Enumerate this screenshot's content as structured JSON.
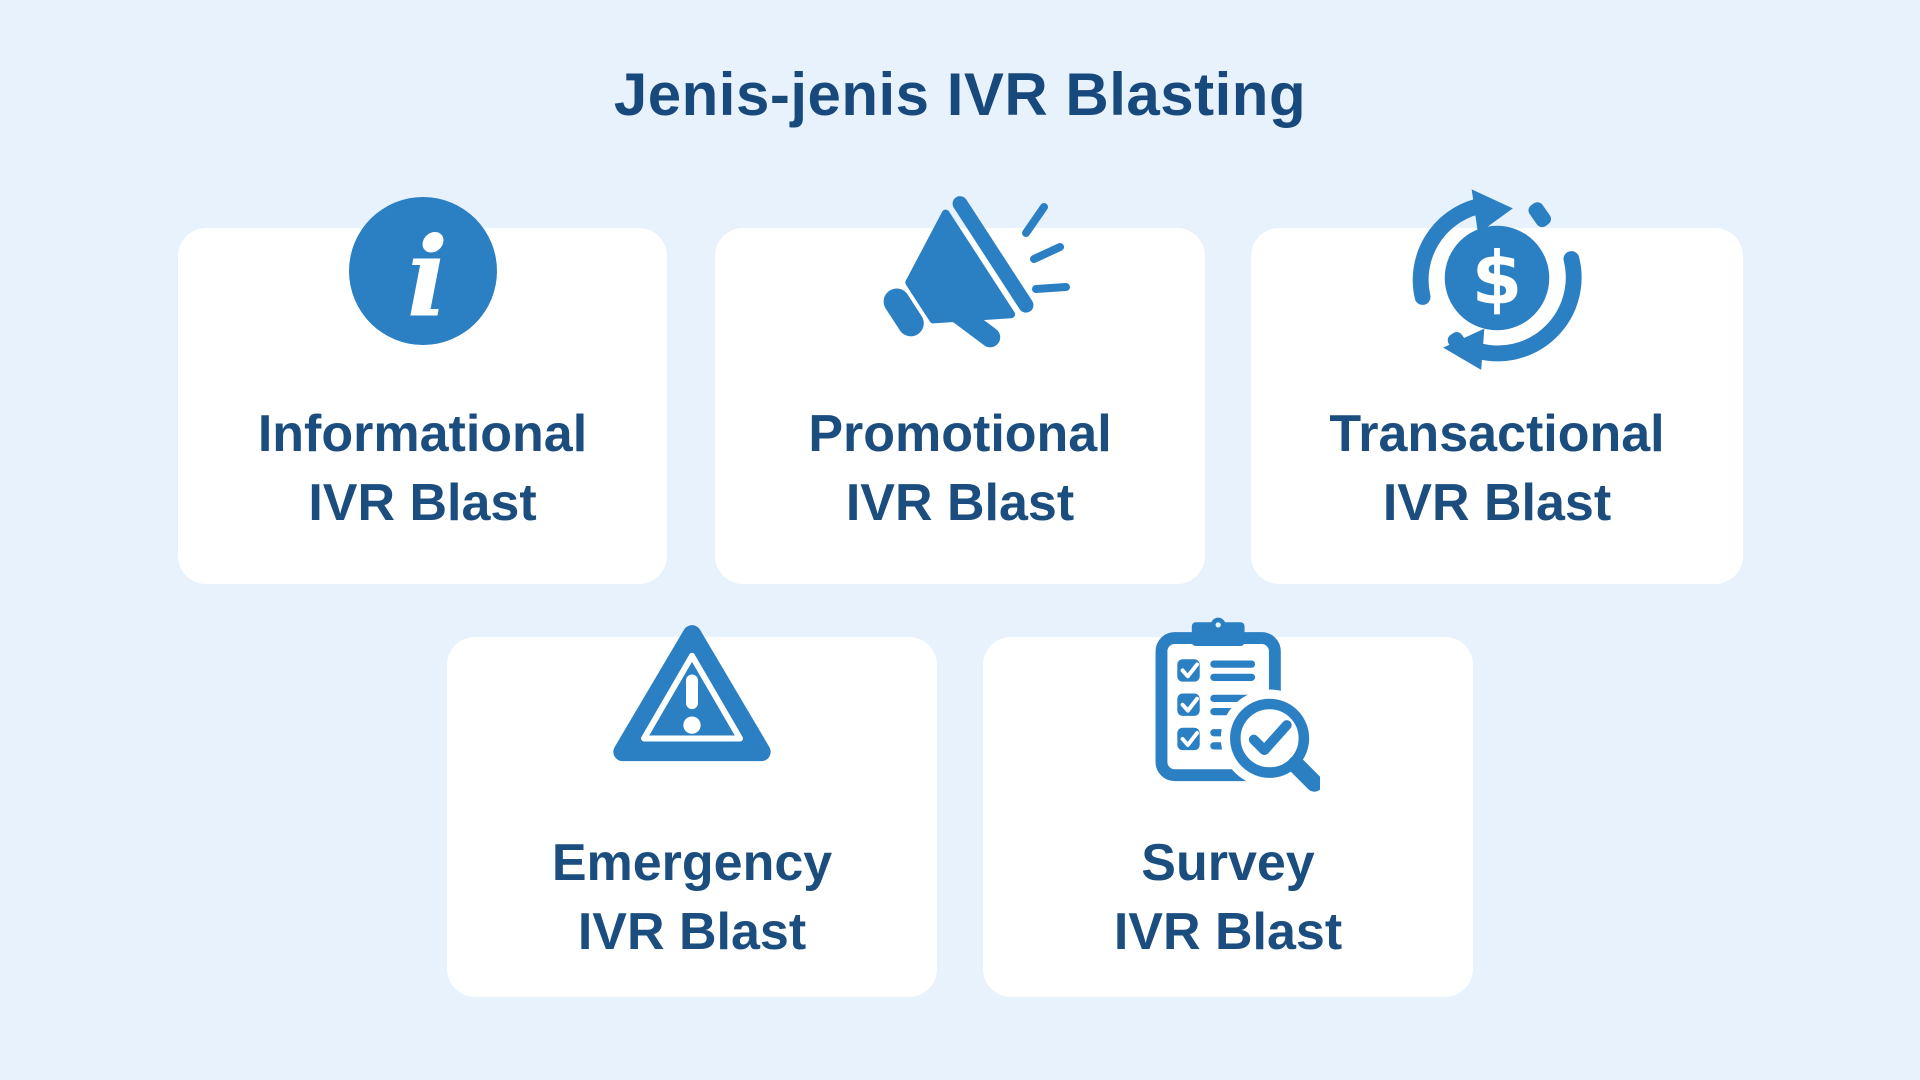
{
  "page": {
    "title": "Jenis-jenis IVR Blasting"
  },
  "colors": {
    "background": "#e7f2fd",
    "card_background": "#ffffff",
    "accent_blue": "#2b7fc3",
    "title_navy": "#17497c",
    "label_navy": "#1b4e7f"
  },
  "cards": [
    {
      "id": "informational",
      "icon": "info-icon",
      "line1": "Informational",
      "line2": "IVR Blast"
    },
    {
      "id": "promotional",
      "icon": "megaphone-icon",
      "line1": "Promotional",
      "line2": "IVR Blast"
    },
    {
      "id": "transactional",
      "icon": "money-cycle-icon",
      "line1": "Transactional",
      "line2": "IVR Blast"
    },
    {
      "id": "emergency",
      "icon": "warning-triangle-icon",
      "line1": "Emergency",
      "line2": "IVR Blast"
    },
    {
      "id": "survey",
      "icon": "survey-checklist-icon",
      "line1": "Survey",
      "line2": "IVR Blast"
    }
  ]
}
